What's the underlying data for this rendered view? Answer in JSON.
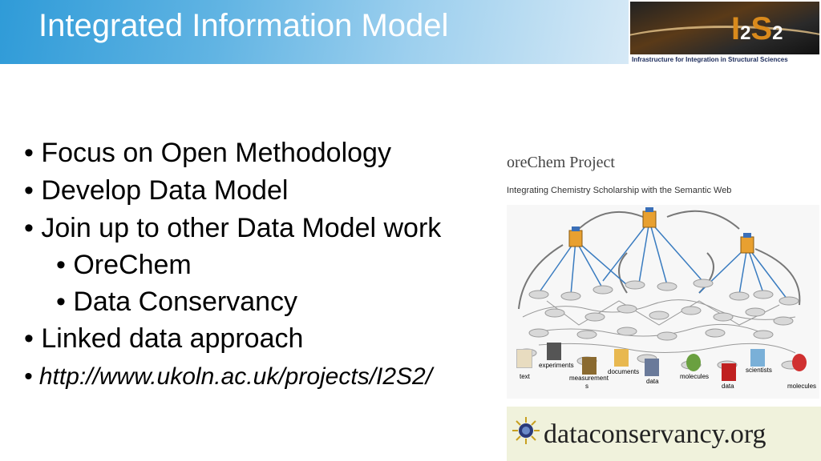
{
  "slide": {
    "title": "Integrated Information Model",
    "bullets": [
      "• Focus on Open Methodology",
      "• Develop Data Model",
      "• Join up to other Data Model work",
      "•  OreChem",
      "•  Data Conservancy",
      "•  Linked data approach",
      "• http://www.ukoln.ac.uk/projects/I2S2/"
    ]
  },
  "logo": {
    "mark_letters": [
      "I",
      "2",
      "S",
      "2"
    ],
    "caption": "Infrastructure for Integration in Structural Sciences"
  },
  "figure": {
    "title": "oreChem Project",
    "subtitle": "Integrating Chemistry Scholarship with the Semantic Web",
    "labels": [
      "text",
      "experiments",
      "measurement",
      "s",
      "documents",
      "data",
      "molecules",
      "data",
      "scientists",
      "molecules"
    ]
  },
  "footer_logo": {
    "text": "dataconservancy.org"
  },
  "colors": {
    "header_blue": "#2f9bd8",
    "logo_orange": "#d98a1c",
    "node_orange": "#e8a030",
    "edge_blue": "#3a7cc0"
  }
}
